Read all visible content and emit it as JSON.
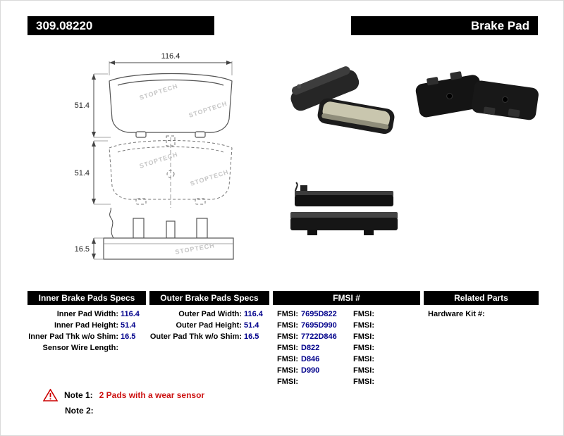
{
  "header": {
    "part_number": "309.08220",
    "product_name": "Brake Pad"
  },
  "diagram": {
    "watermark": "STOPTECH",
    "dim_width": "116.4",
    "dim_height_top": "51.4",
    "dim_height_mid": "51.4",
    "dim_thickness": "16.5"
  },
  "tables": {
    "inner": {
      "title": "Inner Brake Pads Specs",
      "rows": [
        {
          "label": "Inner Pad Width:",
          "value": "116.4"
        },
        {
          "label": "Inner Pad Height:",
          "value": "51.4"
        },
        {
          "label": "Inner Pad Thk w/o Shim:",
          "value": "16.5"
        },
        {
          "label": "Sensor Wire Length:",
          "value": ""
        }
      ]
    },
    "outer": {
      "title": "Outer Brake Pads Specs",
      "rows": [
        {
          "label": "Outer Pad Width:",
          "value": "116.4"
        },
        {
          "label": "Outer Pad Height:",
          "value": "51.4"
        },
        {
          "label": "Outer Pad Thk w/o Shim:",
          "value": "16.5"
        }
      ]
    },
    "fmsi": {
      "title": "FMSI #",
      "rows": [
        {
          "left_label": "FMSI:",
          "left_value": "7695D822",
          "right_label": "FMSI:"
        },
        {
          "left_label": "FMSI:",
          "left_value": "7695D990",
          "right_label": "FMSI:"
        },
        {
          "left_label": "FMSI:",
          "left_value": "7722D846",
          "right_label": "FMSI:"
        },
        {
          "left_label": "FMSI:",
          "left_value": "D822",
          "right_label": "FMSI:"
        },
        {
          "left_label": "FMSI:",
          "left_value": "D846",
          "right_label": "FMSI:"
        },
        {
          "left_label": "FMSI:",
          "left_value": "D990",
          "right_label": "FMSI:"
        },
        {
          "left_label": "FMSI:",
          "left_value": "",
          "right_label": "FMSI:"
        }
      ]
    },
    "related": {
      "title": "Related Parts",
      "rows": [
        {
          "label": "Hardware Kit #:",
          "value": ""
        }
      ]
    }
  },
  "notes": {
    "note1_label": "Note 1:",
    "note1_text": "2 Pads with a wear sensor",
    "note2_label": "Note 2:"
  }
}
